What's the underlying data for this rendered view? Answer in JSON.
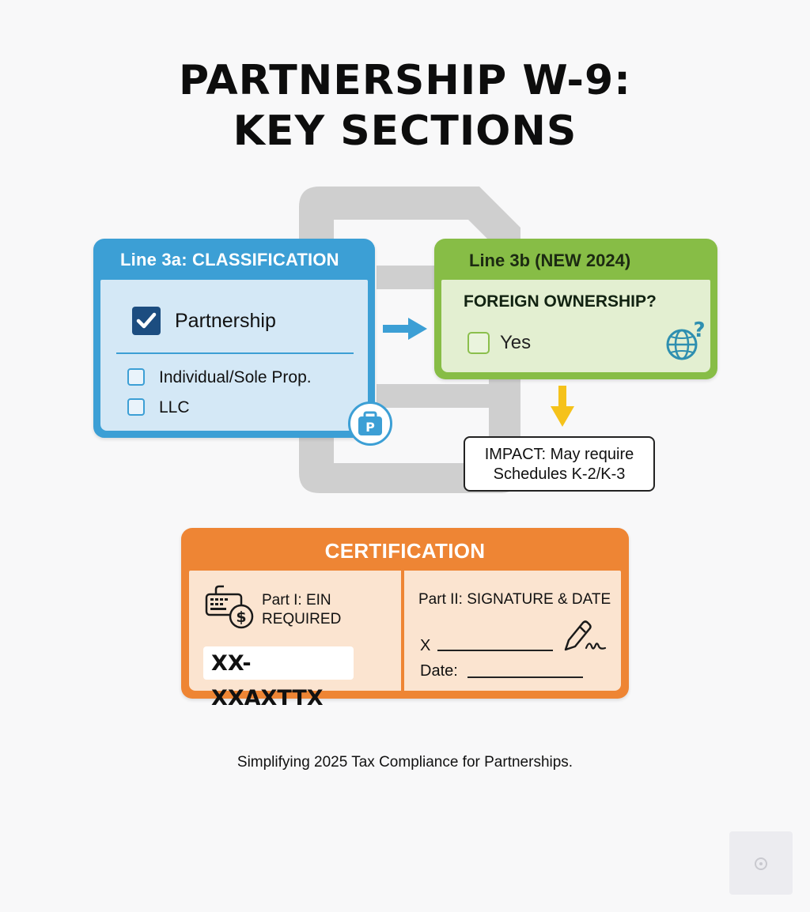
{
  "title": {
    "line1": "PARTNERSHIP W-9:",
    "line2": "KEY SECTIONS"
  },
  "line_3a": {
    "header": "Line 3a: CLASSIFICATION",
    "selected_option": "Partnership",
    "options": [
      "Individual/Sole Prop.",
      "LLC"
    ],
    "badge_icon": "briefcase-p-icon",
    "color": "#3c9fd5"
  },
  "line_3b": {
    "header": "Line 3b (NEW 2024)",
    "question": "FOREIGN OWNERSHIP?",
    "option": "Yes",
    "icon": "globe-question-icon",
    "color": "#87bd46"
  },
  "impact": {
    "line1": "IMPACT: May require",
    "line2": "Schedules K-2/K-3"
  },
  "certification": {
    "header": "CERTIFICATION",
    "part1": {
      "line1": "Part I: EIN",
      "line2": "REQUIRED",
      "ein_value": "XX-XXAXTTX",
      "icon": "keyboard-dollar-icon"
    },
    "part2": {
      "title": "Part II: SIGNATURE & DATE",
      "sign_prefix": "X",
      "date_label": "Date:",
      "icon": "pen-signature-icon"
    },
    "color": "#ee8534"
  },
  "footer": "Simplifying 2025 Tax Compliance for Partnerships."
}
